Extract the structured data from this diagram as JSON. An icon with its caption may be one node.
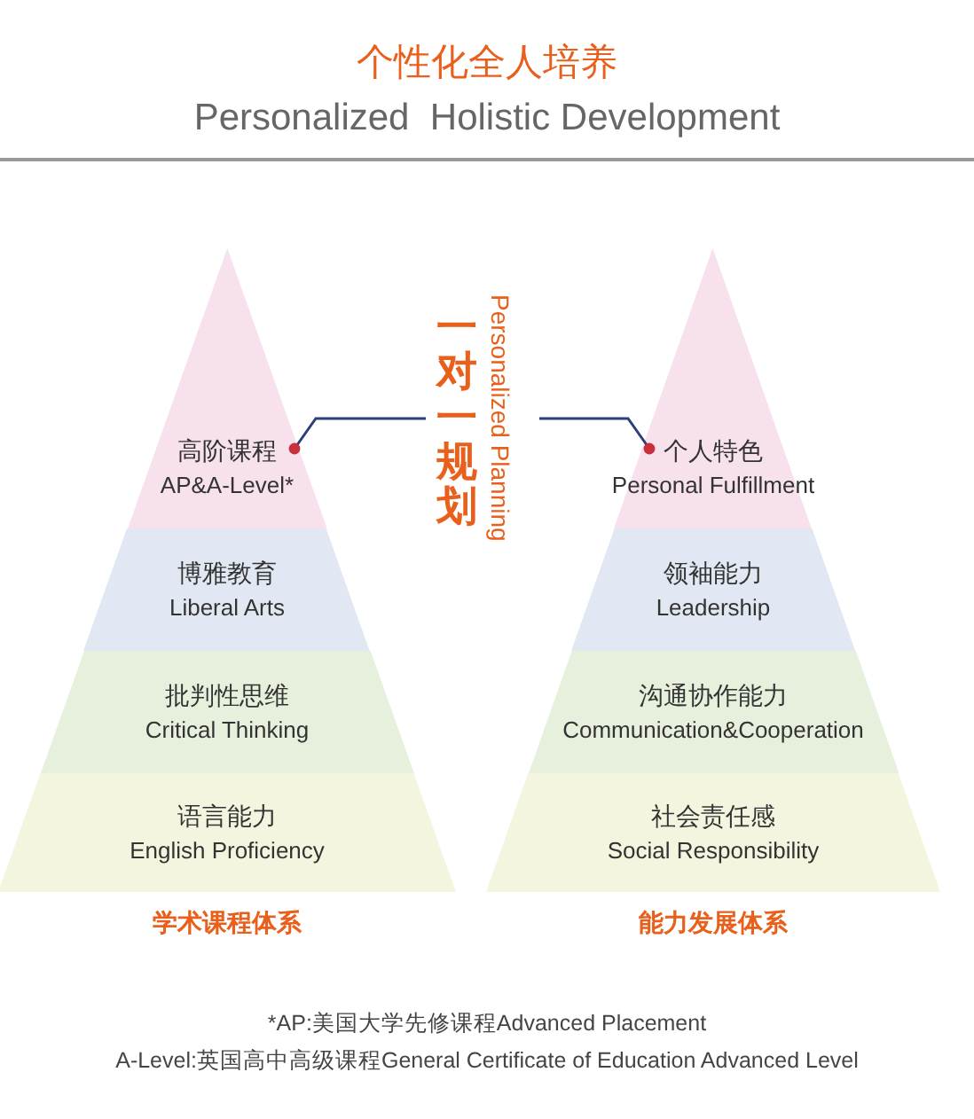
{
  "diagram": {
    "title": "个性化全人培养",
    "nodes": [
      {
        "text": [
          "高阶课程",
          "AP&A-Level*"
        ]
      },
      {
        "text": [
          "博雅教育",
          "Liberal Arts"
        ]
      },
      {
        "text": [
          "批判性思维",
          "Critical Thinking"
        ]
      },
      {
        "text": [
          "语言能力",
          "English Proficiency"
        ]
      },
      {
        "text": [
          "一对一规划",
          "Personalized Planning"
        ]
      },
      {
        "text": [
          "个人特色",
          "Personal Fulfillment"
        ]
      },
      {
        "text": [
          "领袖能力",
          "Leadership"
        ]
      },
      {
        "text": [
          "沟通协作能力",
          "Communication&Cooperation"
        ]
      },
      {
        "text": [
          "社会责任感",
          "Social Responsibility"
        ]
      }
    ],
    "edges": [
      {
        "from": 4,
        "to": 0,
        "arrow": "other"
      },
      {
        "from": 4,
        "to": 5,
        "arrow": "other"
      }
    ],
    "labels": [
      "Personalized  Holistic Development",
      "学术课程体系",
      "能力发展体系",
      "*AP:美国大学先修课程Advanced Placement",
      "A-Level:英国高中高级课程General Certificate of Education Advanced Level"
    ]
  }
}
